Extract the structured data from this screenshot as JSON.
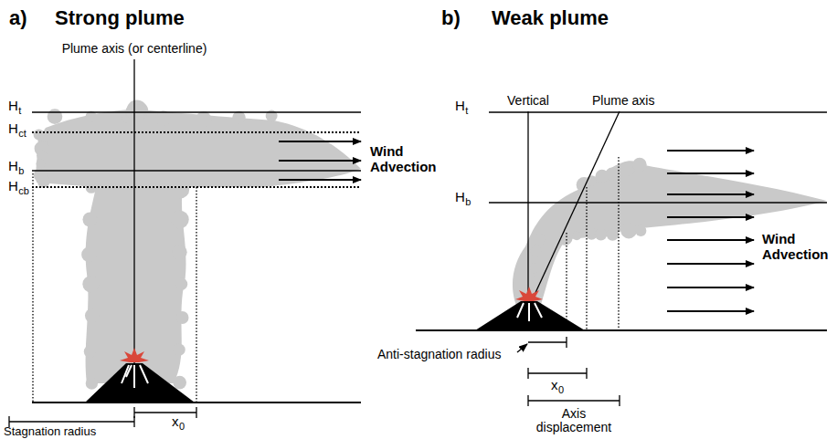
{
  "diagram": {
    "labels": [
      "a)",
      "Strong plume",
      "Plume axis (or centerline)",
      "H",
      "t",
      "H",
      "ct",
      "H",
      "b",
      "H",
      "cb",
      "Wind Advection",
      "Stagnation radius",
      "x",
      "0",
      "b)",
      "Weak plume",
      "Vertical",
      "Plume axis",
      "H",
      "t",
      "H",
      "b",
      "Wind Advection",
      "Anti-stagnation radius",
      "x",
      "0",
      "Axis displacement"
    ]
  }
}
